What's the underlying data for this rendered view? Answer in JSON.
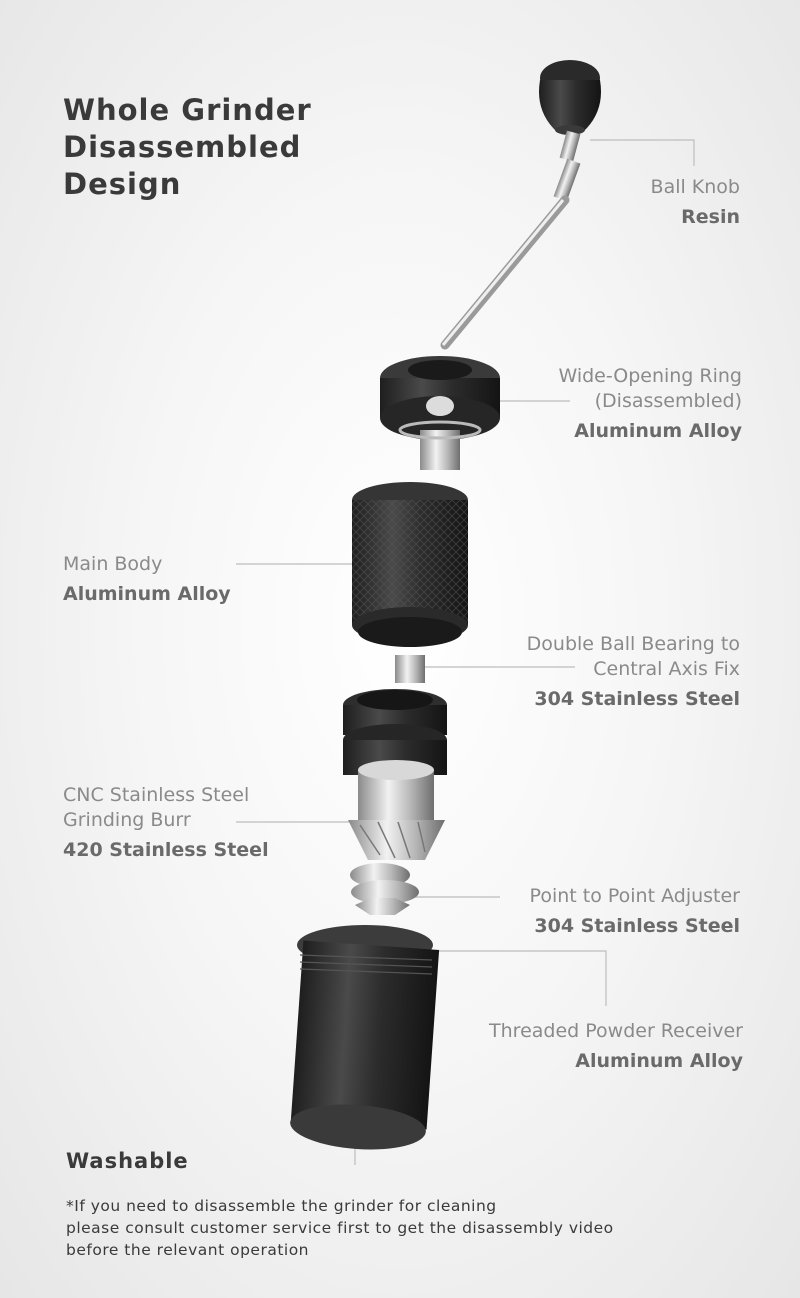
{
  "title": [
    "Whole Grinder",
    "Disassembled",
    "Design"
  ],
  "parts": {
    "ball_knob": {
      "name": [
        "Ball Knob"
      ],
      "material": "Resin"
    },
    "ring": {
      "name": [
        "Wide-Opening Ring",
        "(Disassembled)"
      ],
      "material": "Aluminum Alloy"
    },
    "main_body": {
      "name": [
        "Main Body"
      ],
      "material": "Aluminum Alloy"
    },
    "bearing": {
      "name": [
        "Double Ball Bearing to",
        "Central Axis Fix"
      ],
      "material": "304 Stainless Steel"
    },
    "burr": {
      "name": [
        "CNC Stainless Steel",
        "Grinding Burr"
      ],
      "material": "420 Stainless Steel"
    },
    "adjuster": {
      "name": [
        "Point to Point Adjuster"
      ],
      "material": "304 Stainless Steel"
    },
    "receiver": {
      "name": [
        "Threaded Powder Receiver"
      ],
      "material": "Aluminum Alloy"
    }
  },
  "washable": {
    "heading": "Washable",
    "note": [
      "*If you need to disassemble the grinder for cleaning",
      "please consult customer service first to get the disassembly video",
      "before the relevant operation"
    ]
  },
  "colors": {
    "dark_metal": "#2e2e2e",
    "leader_line": "#bdbdbd",
    "steel": "#c9c9c9"
  }
}
